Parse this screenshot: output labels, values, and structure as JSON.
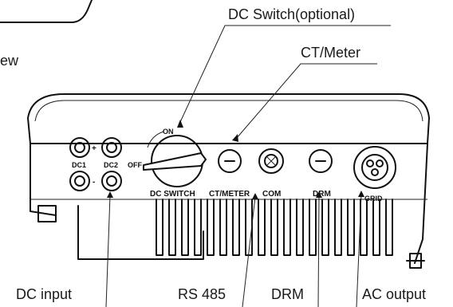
{
  "callouts": {
    "dc_switch": "DC Switch(optional)",
    "ct_meter": "CT/Meter",
    "dc_input": "DC input",
    "rs485": "RS 485",
    "drm": "DRM",
    "ac_output": "AC output"
  },
  "panel_labels": {
    "on": "ON",
    "off": "OFF",
    "dc_switch": "DC SWITCH",
    "ct_meter": "CT/METER",
    "com": "COM",
    "drm": "DRM",
    "grid": "GRID",
    "dc1": "DC1",
    "dc2": "DC2",
    "plus": "+",
    "minus": "-"
  },
  "partial_text": {
    "fragment": "ew"
  }
}
